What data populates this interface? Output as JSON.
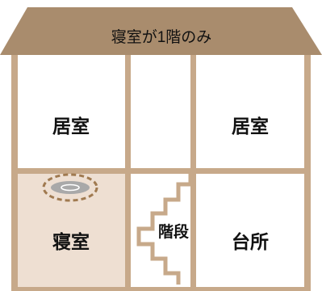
{
  "house": {
    "roof_label": "寝室が1階のみ",
    "rooms": {
      "upper_left": "居室",
      "upper_right": "居室",
      "lower_left": "寝室",
      "stairs": "階段",
      "lower_right": "台所"
    },
    "icons": {
      "smoke_detector": "smoke-detector-icon",
      "stairs": "stairs-icon"
    }
  },
  "colors": {
    "roof": "#A98C6D",
    "wall": "#C7A98A",
    "bedroom_fill": "#EEDFD2",
    "detector_dash": "#A07A50",
    "detector_body": "#A9A9A9",
    "text_dark": "#111111",
    "roof_text": "#111111"
  }
}
